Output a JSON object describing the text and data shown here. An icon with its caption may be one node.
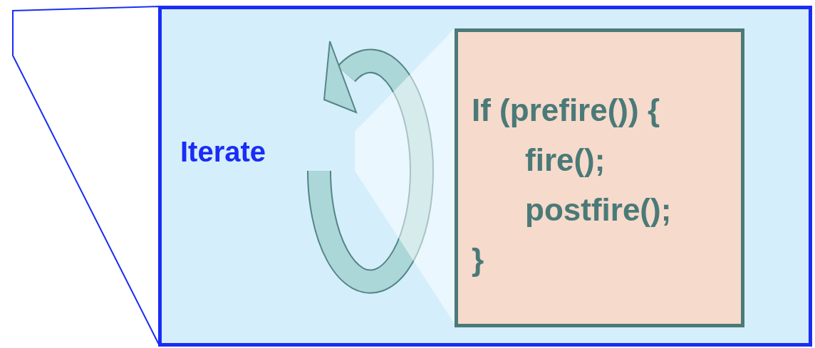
{
  "diagram": {
    "nodes": [
      {
        "text": [],
        "shape": "polygon"
      },
      {
        "text": [
          "Iterate"
        ]
      },
      {
        "text": [],
        "shape": "polygon",
        "in": 1
      },
      {
        "text": [
          "If (prefire()) {",
          "fire();",
          "postfire();",
          "}"
        ],
        "in": 1
      }
    ],
    "edges": []
  }
}
